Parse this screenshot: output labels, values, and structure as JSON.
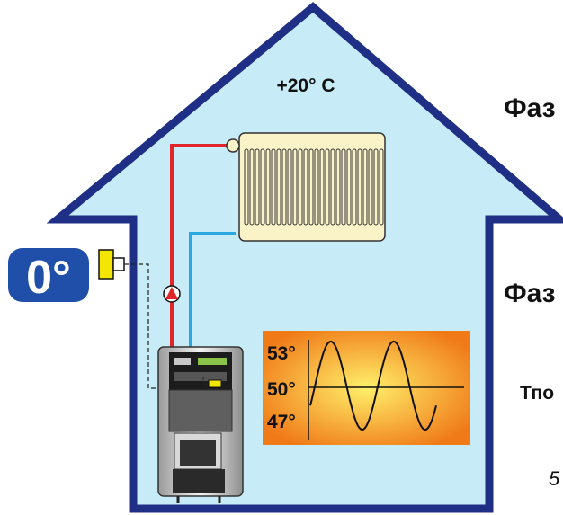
{
  "indoor_temp": "+20° C",
  "outdoor_temp": "0°",
  "phase_label_1": "Фаз",
  "phase_label_2": "Фаз",
  "temp_label": "Тпо",
  "cut_number": "5",
  "wave_chart": {
    "tick_top": "53°",
    "tick_mid": "50°",
    "tick_bottom": "47°",
    "top_value": 53,
    "mid_value": 50,
    "bottom_value": 47
  },
  "colors": {
    "house_outline": "#1f2f86",
    "house_fill": "#c7ebf7",
    "supply_pipe": "#e0262b",
    "return_pipe": "#2aa7df",
    "radiator": "#fbf3c8",
    "sensor": "#f2e600",
    "badge": "#1f4fa8",
    "chart_bg_inner": "#fff06a",
    "chart_bg_outer": "#f07a18"
  },
  "icons": [
    "radiator-icon",
    "boiler-icon",
    "pump-icon",
    "outdoor-sensor-icon",
    "boiler-sensor-icon"
  ]
}
